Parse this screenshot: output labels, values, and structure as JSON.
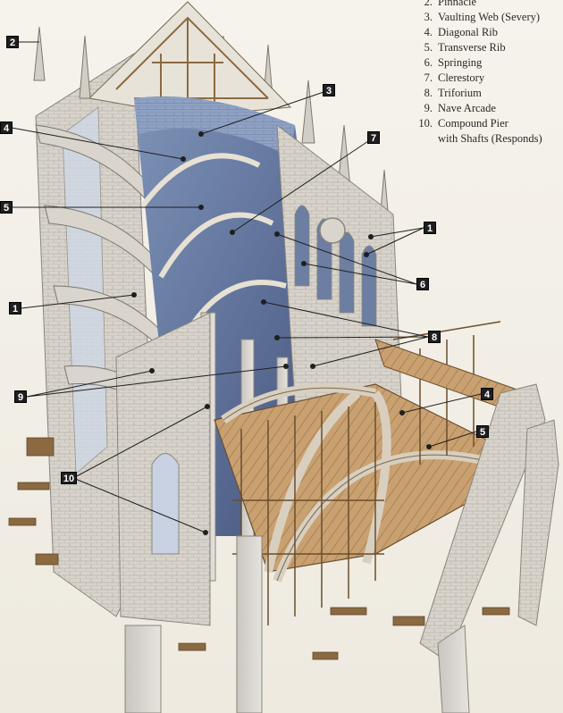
{
  "legend": [
    {
      "num": "2.",
      "text": "Pinnacle"
    },
    {
      "num": "3.",
      "text": "Vaulting Web (Severy)"
    },
    {
      "num": "4.",
      "text": "Diagonal Rib"
    },
    {
      "num": "5.",
      "text": "Transverse Rib"
    },
    {
      "num": "6.",
      "text": "Springing"
    },
    {
      "num": "7.",
      "text": "Clerestory"
    },
    {
      "num": "8.",
      "text": "Triforium"
    },
    {
      "num": "9.",
      "text": "Nave Arcade"
    },
    {
      "num": "10.",
      "text": "Compound Pier"
    },
    {
      "num": "",
      "text": "with Shafts (Responds)"
    }
  ],
  "callouts": [
    {
      "id": "2",
      "label": "2"
    },
    {
      "id": "3",
      "label": "3"
    },
    {
      "id": "4a",
      "label": "4"
    },
    {
      "id": "5a",
      "label": "5"
    },
    {
      "id": "7",
      "label": "7"
    },
    {
      "id": "1a",
      "label": "1"
    },
    {
      "id": "1b",
      "label": "1"
    },
    {
      "id": "6",
      "label": "6"
    },
    {
      "id": "8",
      "label": "8"
    },
    {
      "id": "9",
      "label": "9"
    },
    {
      "id": "4b",
      "label": "4"
    },
    {
      "id": "5b",
      "label": "5"
    },
    {
      "id": "10",
      "label": "10"
    }
  ]
}
